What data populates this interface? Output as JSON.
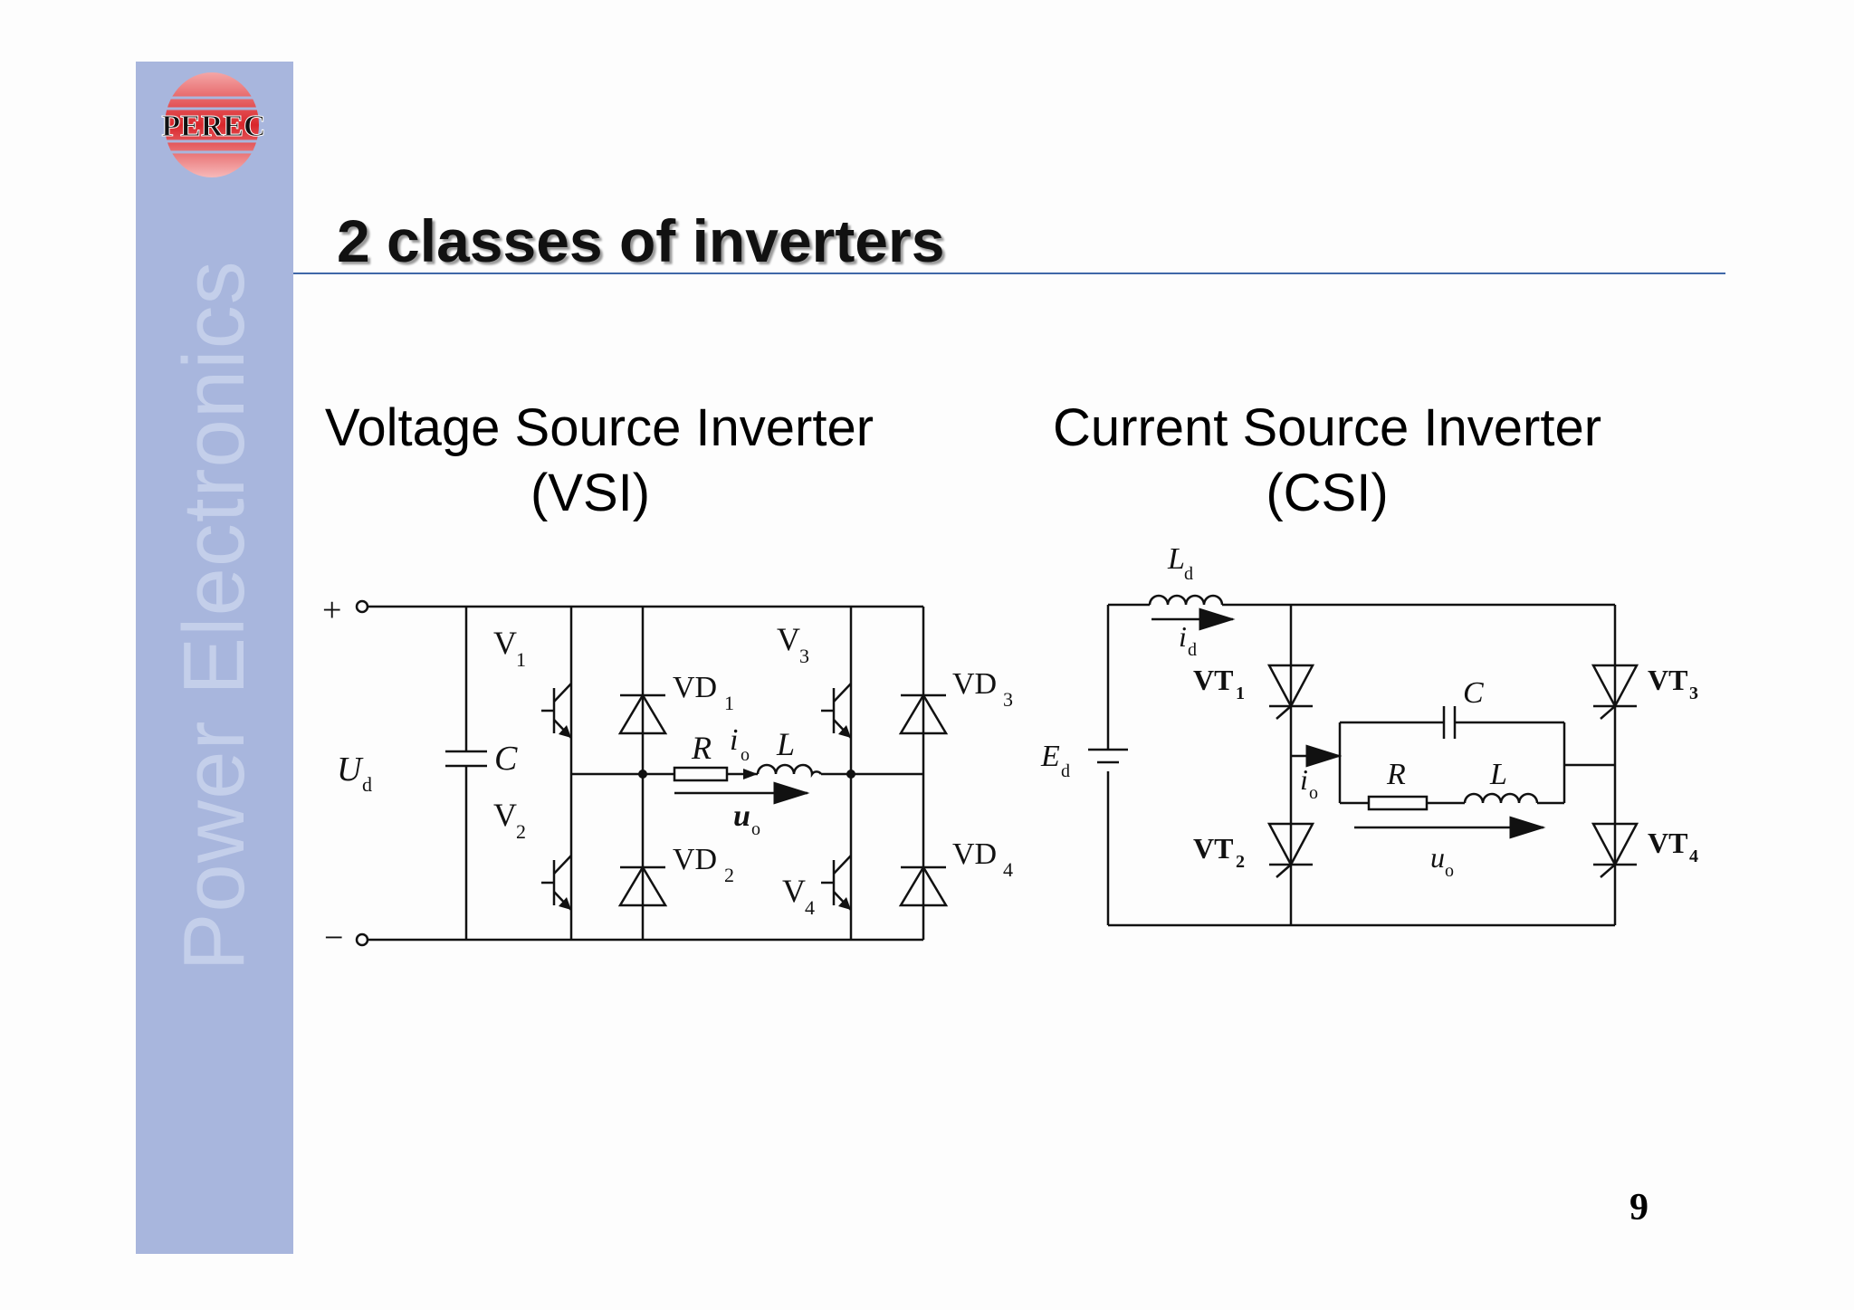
{
  "sidebar": {
    "vertical_text": "Power   Electronics",
    "logo_text": "PEREC"
  },
  "title": "2 classes of inverters",
  "vsi": {
    "heading_line1": "Voltage Source Inverter",
    "heading_line2": "(VSI)",
    "labels": {
      "plus": "+",
      "minus": "−",
      "ud": "U",
      "ud_sub": "d",
      "c": "C",
      "v1": "V",
      "v1_sub": "1",
      "v2": "V",
      "v2_sub": "2",
      "v3": "V",
      "v3_sub": "3",
      "v4": "V",
      "v4_sub": "4",
      "vd1": "VD",
      "vd1_sub": "1",
      "vd2": "VD",
      "vd2_sub": "2",
      "vd3": "VD",
      "vd3_sub": "3",
      "vd4": "VD",
      "vd4_sub": "4",
      "r": "R",
      "io": "i",
      "io_sub": "o",
      "l": "L",
      "uo": "u",
      "uo_sub": "o"
    }
  },
  "csi": {
    "heading_line1": "Current Source Inverter",
    "heading_line2": "(CSI)",
    "labels": {
      "ld": "L",
      "ld_sub": "d",
      "id": "i",
      "id_sub": "d",
      "ed": "E",
      "ed_sub": "d",
      "c": "C",
      "vt1": "VT",
      "vt1_sub": "1",
      "vt2": "VT",
      "vt2_sub": "2",
      "vt3": "VT",
      "vt3_sub": "3",
      "vt4": "VT",
      "vt4_sub": "4",
      "io": "i",
      "io_sub": "o",
      "r": "R",
      "l": "L",
      "uo": "u",
      "uo_sub": "o"
    }
  },
  "page_number": "9"
}
